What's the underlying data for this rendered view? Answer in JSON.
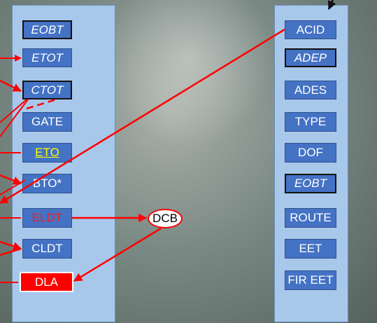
{
  "left_column": {
    "items": [
      {
        "label": "EOBT",
        "style": "italic-dark"
      },
      {
        "label": "ETOT",
        "style": "italic"
      },
      {
        "label": "CTOT",
        "style": "italic-dark"
      },
      {
        "label": "GATE",
        "style": "normal"
      },
      {
        "label": "ETO",
        "style": "yellow-underline"
      },
      {
        "label": "BTO*",
        "style": "normal"
      },
      {
        "label": "ELDT",
        "style": "red-text"
      },
      {
        "label": "CLDT",
        "style": "normal"
      },
      {
        "label": "DLA",
        "style": "red-box"
      }
    ]
  },
  "right_column": {
    "items": [
      {
        "label": "ACID",
        "style": "normal"
      },
      {
        "label": "ADEP",
        "style": "italic-dark"
      },
      {
        "label": "ADES",
        "style": "normal"
      },
      {
        "label": "TYPE",
        "style": "normal"
      },
      {
        "label": "DOF",
        "style": "normal"
      },
      {
        "label": "EOBT",
        "style": "italic-dark"
      },
      {
        "label": "ROUTE",
        "style": "normal"
      },
      {
        "label": "EET",
        "style": "normal"
      },
      {
        "label": "FIR EET",
        "style": "normal"
      }
    ]
  },
  "dcb_node": {
    "label": "DCB"
  },
  "colors": {
    "panel": "#a8c8eb",
    "box": "#4472c4",
    "arrow": "#ff0000",
    "eto_text": "#ffff00",
    "eldt_text": "#ff1a1a",
    "dla_box": "#ff0000"
  }
}
